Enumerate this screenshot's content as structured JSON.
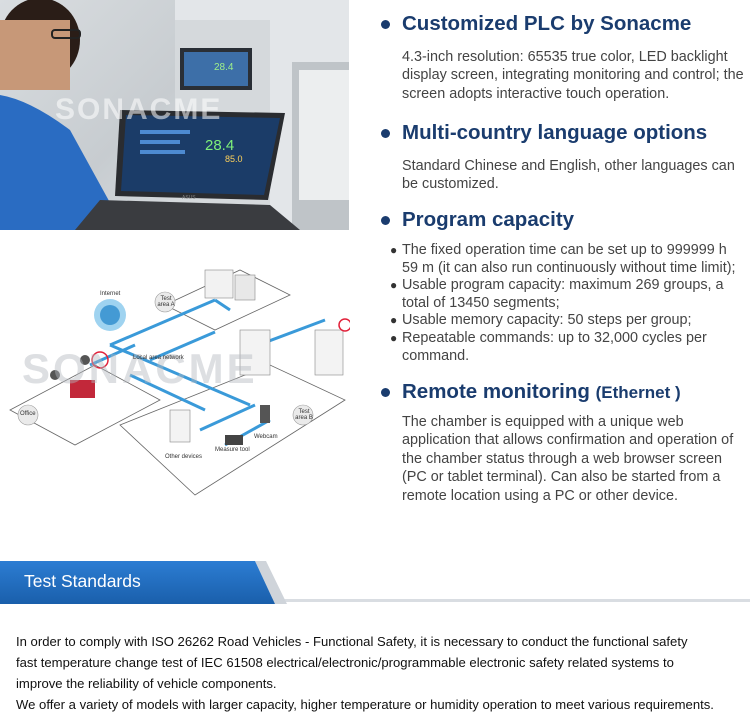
{
  "photo": {
    "watermark": "SONACME",
    "screen_temp": "28.4",
    "screen_temp2": "85.0",
    "laptop_brand": "ASUS"
  },
  "diagram": {
    "watermark": "SONACME",
    "labels": {
      "internet": "Internet",
      "test_area_a": "Test area A",
      "local_area_network": "Local area network",
      "office": "Office",
      "test_area_b": "Test area B",
      "webcam": "Webcam",
      "measure_tool": "Measure tool",
      "other_devices": "Other devices"
    }
  },
  "features": [
    {
      "title": "Customized PLC by Sonacme",
      "text": "4.3-inch resolution: 65535 true color, LED backlight display screen, integrating monitoring and control; the screen adopts interactive touch operation."
    },
    {
      "title": "Multi-country language options",
      "text": "Standard Chinese and English, other languages can be customized."
    },
    {
      "title": "Program capacity",
      "items": [
        "The fixed operation time can be set up to 999999 h 59 m (it can also run continuously without time limit);",
        "Usable program capacity: maximum 269 groups, a total of 13450 segments;",
        "Usable memory capacity: 50 steps per group;",
        "Repeatable commands: up to 32,000 cycles per command."
      ]
    },
    {
      "title": "Remote monitoring",
      "title_suffix": "(Ethernet )",
      "text": "The chamber is equipped with a unique web application that allows confirmation and operation of the chamber status through a web browser screen (PC or tablet terminal). Can also be started from a remote location using a PC or other device."
    }
  ],
  "test_standards": {
    "title": "Test Standards",
    "lines": [
      "In order to comply with ISO 26262 Road Vehicles - Functional Safety, it is necessary to conduct the functional safety",
      "fast temperature change test of IEC 61508 electrical/electronic/programmable electronic safety related systems to",
      "improve the reliability of vehicle components.",
      "We offer a variety of models with larger capacity, higher temperature or humidity operation to meet various requirements."
    ]
  },
  "colors": {
    "heading": "#1a3c6e",
    "banner": "#1a5fab",
    "network_line": "#3a9ad9"
  }
}
